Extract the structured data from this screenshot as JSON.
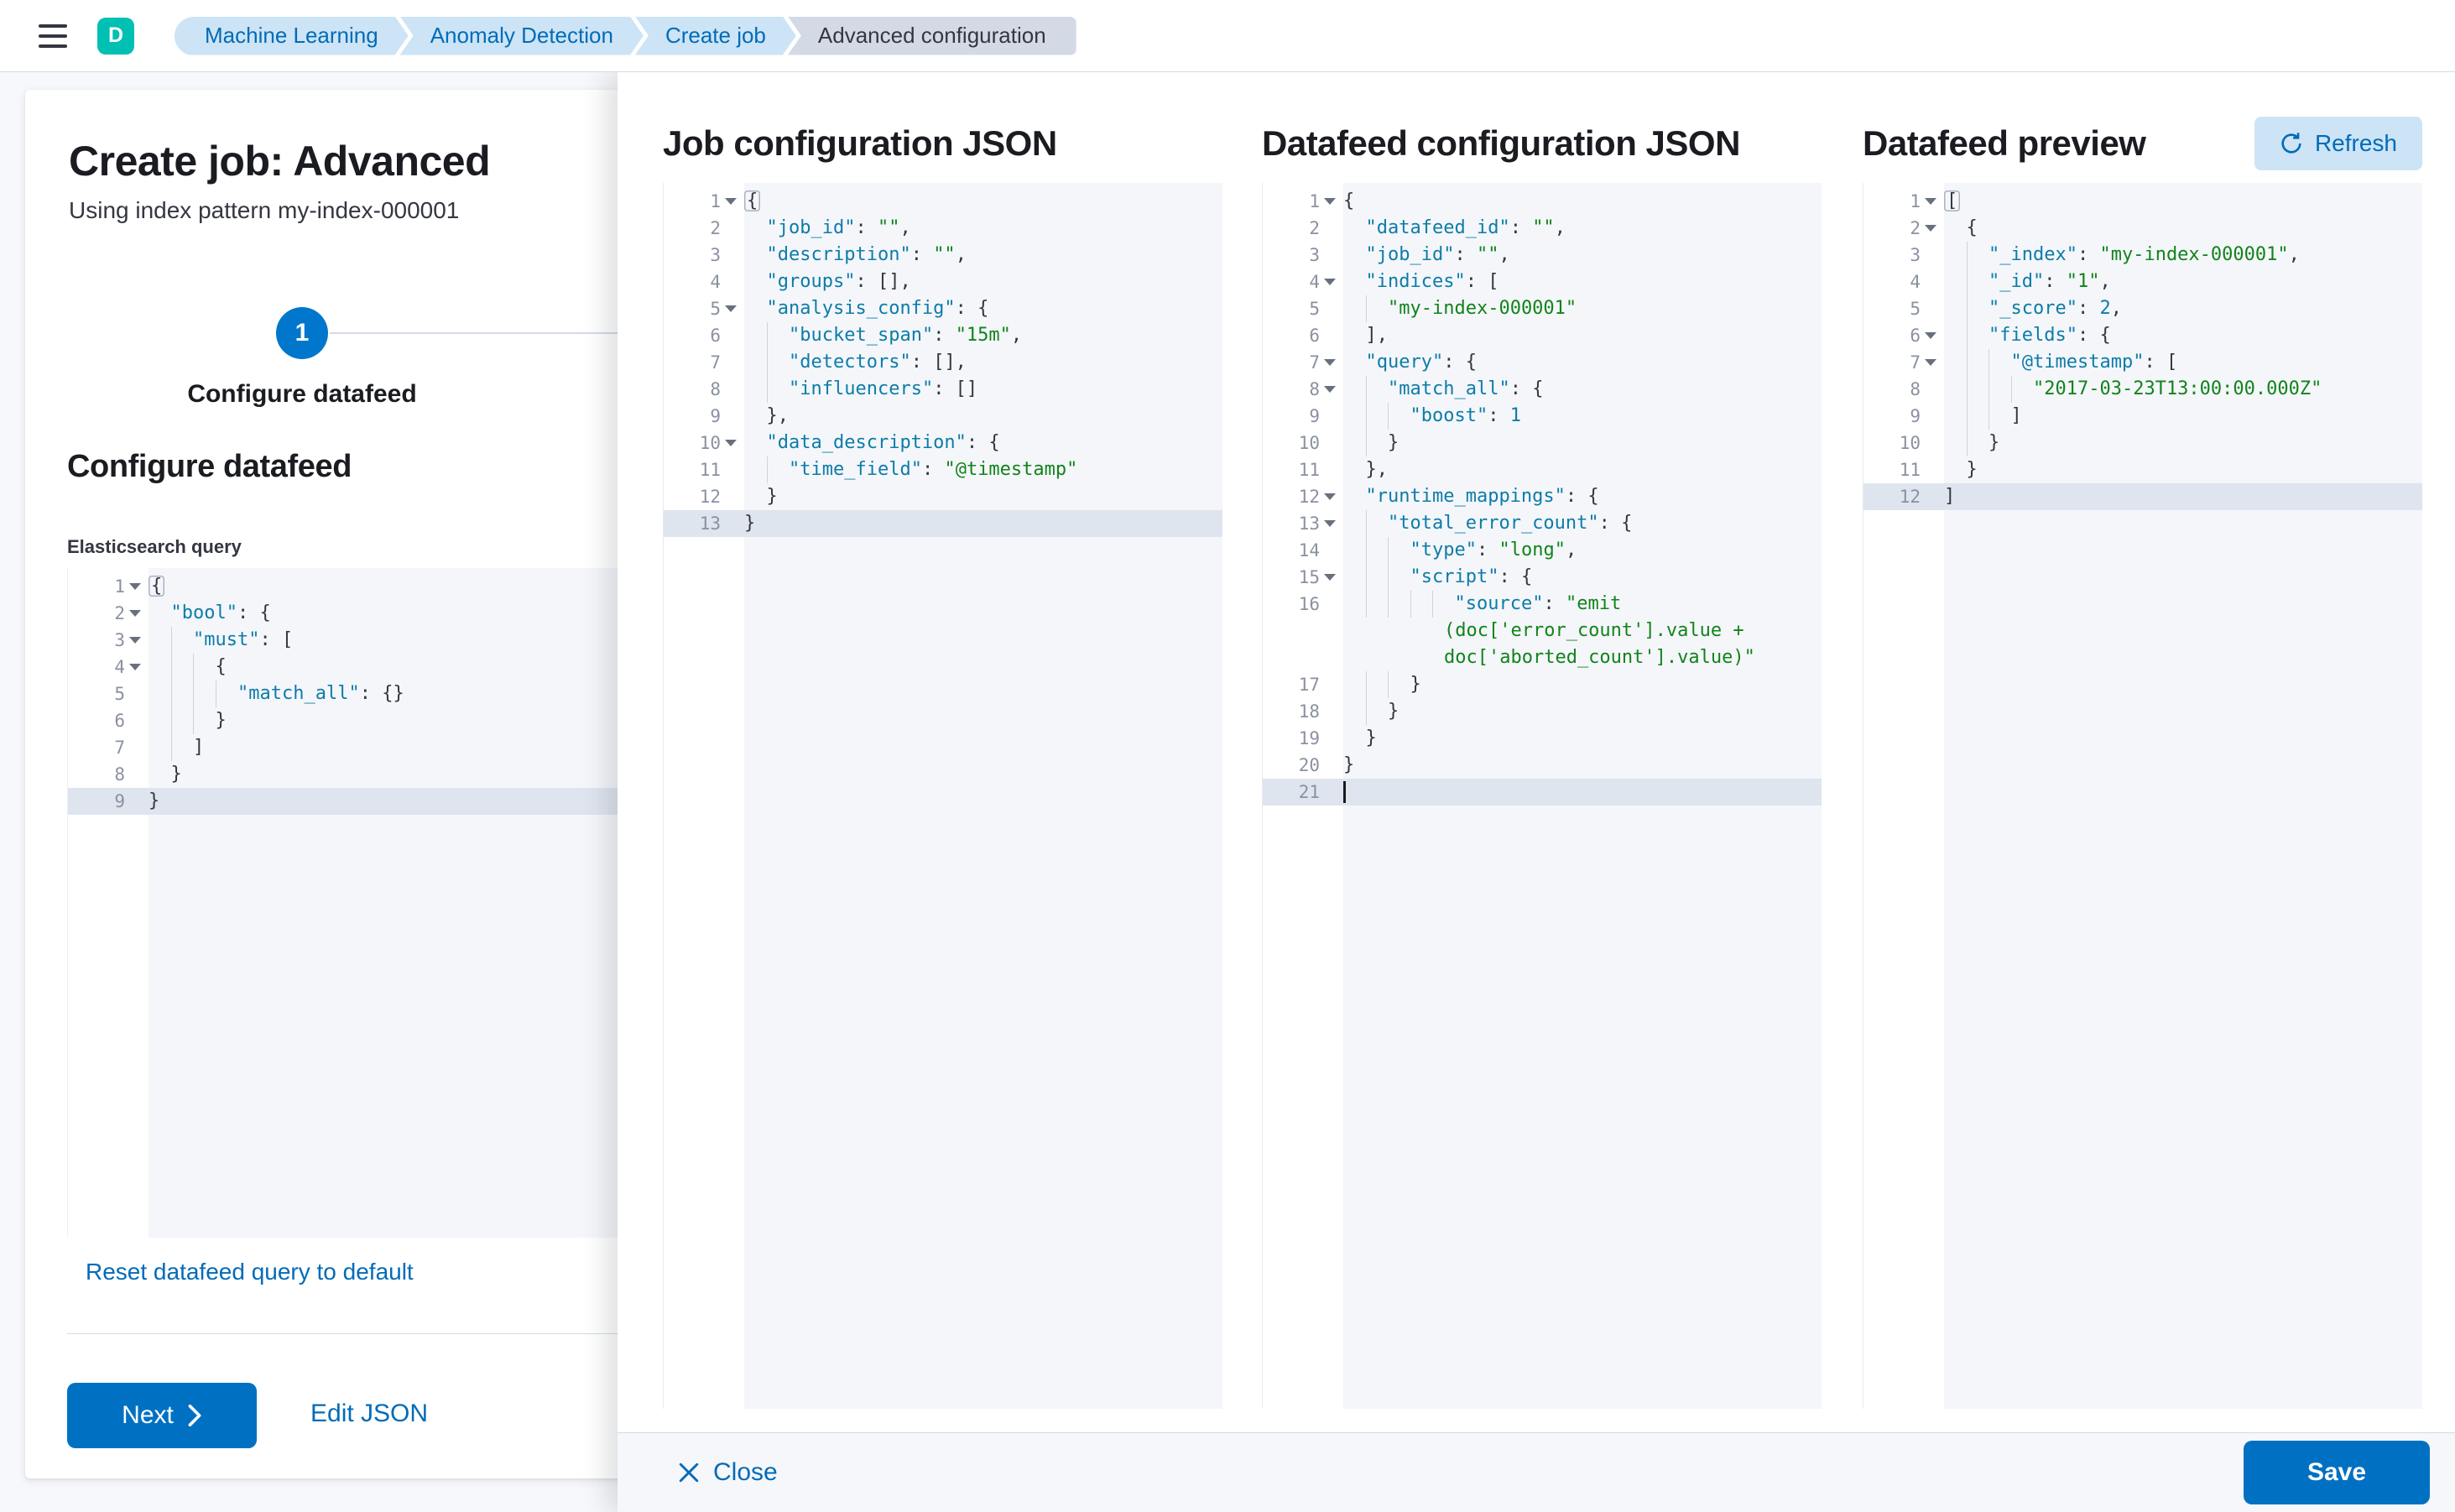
{
  "colors": {
    "primary": "#0071c2",
    "link": "#016bb8",
    "accent_teal": "#00bfb3",
    "code_key": "#0d7ca8",
    "code_string": "#12831a",
    "active_line": "#dfe5ef"
  },
  "topnav": {
    "avatar_initial": "D",
    "breadcrumbs": [
      "Machine Learning",
      "Anomaly Detection",
      "Create job",
      "Advanced configuration"
    ]
  },
  "wizard": {
    "title": "Create job: Advanced",
    "subtitle": "Using index pattern my-index-000001",
    "step_number": "1",
    "step_label": "Configure datafeed",
    "section_title": "Configure datafeed",
    "query_label": "Elasticsearch query",
    "reset_link": "Reset datafeed query to default",
    "next_button": "Next",
    "edit_json_link": "Edit JSON"
  },
  "flyout": {
    "job_title": "Job configuration JSON",
    "datafeed_title": "Datafeed configuration JSON",
    "preview_title": "Datafeed preview",
    "refresh_button": "Refresh",
    "close_button": "Close",
    "save_button": "Save"
  },
  "editors": {
    "es_query": {
      "active": 9,
      "lines": [
        {
          "n": 1,
          "f": true,
          "i": 0,
          "t": [
            [
              "m",
              "{"
            ]
          ]
        },
        {
          "n": 2,
          "f": true,
          "i": 1,
          "t": [
            [
              "k",
              "\"bool\""
            ],
            [
              "p",
              ": {"
            ]
          ]
        },
        {
          "n": 3,
          "f": true,
          "i": 2,
          "t": [
            [
              "k",
              "\"must\""
            ],
            [
              "p",
              ": ["
            ]
          ]
        },
        {
          "n": 4,
          "f": true,
          "i": 3,
          "t": [
            [
              "p",
              "{"
            ]
          ]
        },
        {
          "n": 5,
          "i": 4,
          "t": [
            [
              "k",
              "\"match_all\""
            ],
            [
              "p",
              ": {}"
            ]
          ]
        },
        {
          "n": 6,
          "i": 3,
          "t": [
            [
              "p",
              "}"
            ]
          ]
        },
        {
          "n": 7,
          "i": 2,
          "t": [
            [
              "p",
              "]"
            ]
          ]
        },
        {
          "n": 8,
          "i": 1,
          "t": [
            [
              "p",
              "}"
            ]
          ]
        },
        {
          "n": 9,
          "i": 0,
          "t": [
            [
              "p",
              "}"
            ]
          ]
        }
      ]
    },
    "job_config": {
      "active": 13,
      "lines": [
        {
          "n": 1,
          "f": true,
          "i": 0,
          "t": [
            [
              "m",
              "{"
            ]
          ]
        },
        {
          "n": 2,
          "i": 1,
          "t": [
            [
              "k",
              "\"job_id\""
            ],
            [
              "p",
              ": "
            ],
            [
              "s",
              "\"\""
            ],
            [
              "p",
              ","
            ]
          ]
        },
        {
          "n": 3,
          "i": 1,
          "t": [
            [
              "k",
              "\"description\""
            ],
            [
              "p",
              ": "
            ],
            [
              "s",
              "\"\""
            ],
            [
              "p",
              ","
            ]
          ]
        },
        {
          "n": 4,
          "i": 1,
          "t": [
            [
              "k",
              "\"groups\""
            ],
            [
              "p",
              ": [],"
            ]
          ]
        },
        {
          "n": 5,
          "f": true,
          "i": 1,
          "t": [
            [
              "k",
              "\"analysis_config\""
            ],
            [
              "p",
              ": {"
            ]
          ]
        },
        {
          "n": 6,
          "i": 2,
          "t": [
            [
              "k",
              "\"bucket_span\""
            ],
            [
              "p",
              ": "
            ],
            [
              "s",
              "\"15m\""
            ],
            [
              "p",
              ","
            ]
          ]
        },
        {
          "n": 7,
          "i": 2,
          "t": [
            [
              "k",
              "\"detectors\""
            ],
            [
              "p",
              ": [],"
            ]
          ]
        },
        {
          "n": 8,
          "i": 2,
          "t": [
            [
              "k",
              "\"influencers\""
            ],
            [
              "p",
              ": []"
            ]
          ]
        },
        {
          "n": 9,
          "i": 1,
          "t": [
            [
              "p",
              "},"
            ]
          ]
        },
        {
          "n": 10,
          "f": true,
          "i": 1,
          "t": [
            [
              "k",
              "\"data_description\""
            ],
            [
              "p",
              ": {"
            ]
          ]
        },
        {
          "n": 11,
          "i": 2,
          "t": [
            [
              "k",
              "\"time_field\""
            ],
            [
              "p",
              ": "
            ],
            [
              "s",
              "\"@timestamp\""
            ]
          ]
        },
        {
          "n": 12,
          "i": 1,
          "t": [
            [
              "p",
              "}"
            ]
          ]
        },
        {
          "n": 13,
          "i": 0,
          "t": [
            [
              "p",
              "}"
            ]
          ]
        }
      ]
    },
    "datafeed_config": {
      "active": 21,
      "lines": [
        {
          "n": 1,
          "f": true,
          "i": 0,
          "t": [
            [
              "p",
              "{"
            ]
          ]
        },
        {
          "n": 2,
          "i": 1,
          "t": [
            [
              "k",
              "\"datafeed_id\""
            ],
            [
              "p",
              ": "
            ],
            [
              "s",
              "\"\""
            ],
            [
              "p",
              ","
            ]
          ]
        },
        {
          "n": 3,
          "i": 1,
          "t": [
            [
              "k",
              "\"job_id\""
            ],
            [
              "p",
              ": "
            ],
            [
              "s",
              "\"\""
            ],
            [
              "p",
              ","
            ]
          ]
        },
        {
          "n": 4,
          "f": true,
          "i": 1,
          "t": [
            [
              "k",
              "\"indices\""
            ],
            [
              "p",
              ": ["
            ]
          ]
        },
        {
          "n": 5,
          "i": 2,
          "t": [
            [
              "s",
              "\"my-index-000001\""
            ]
          ]
        },
        {
          "n": 6,
          "i": 1,
          "t": [
            [
              "p",
              "],"
            ]
          ]
        },
        {
          "n": 7,
          "f": true,
          "i": 1,
          "t": [
            [
              "k",
              "\"query\""
            ],
            [
              "p",
              ": {"
            ]
          ]
        },
        {
          "n": 8,
          "f": true,
          "i": 2,
          "t": [
            [
              "k",
              "\"match_all\""
            ],
            [
              "p",
              ": {"
            ]
          ]
        },
        {
          "n": 9,
          "i": 3,
          "t": [
            [
              "k",
              "\"boost\""
            ],
            [
              "p",
              ": "
            ],
            [
              "n",
              "1"
            ]
          ]
        },
        {
          "n": 10,
          "i": 2,
          "t": [
            [
              "p",
              "}"
            ]
          ]
        },
        {
          "n": 11,
          "i": 1,
          "t": [
            [
              "p",
              "},"
            ]
          ]
        },
        {
          "n": 12,
          "f": true,
          "i": 1,
          "t": [
            [
              "k",
              "\"runtime_mappings\""
            ],
            [
              "p",
              ": {"
            ]
          ]
        },
        {
          "n": 13,
          "f": true,
          "i": 2,
          "t": [
            [
              "k",
              "\"total_error_count\""
            ],
            [
              "p",
              ": {"
            ]
          ]
        },
        {
          "n": 14,
          "i": 3,
          "t": [
            [
              "k",
              "\"type\""
            ],
            [
              "p",
              ": "
            ],
            [
              "s",
              "\"long\""
            ],
            [
              "p",
              ","
            ]
          ]
        },
        {
          "n": 15,
          "f": true,
          "i": 3,
          "t": [
            [
              "k",
              "\"script\""
            ],
            [
              "p",
              ": {"
            ]
          ]
        },
        {
          "n": 16,
          "i": 5,
          "t": [
            [
              "k",
              "\"source\""
            ],
            [
              "p",
              ": "
            ],
            [
              "s",
              "\"emit"
            ]
          ],
          "w": [
            [
              [
                "s",
                "(doc['error_count'].value +"
              ]
            ],
            [
              [
                "s",
                "doc['aborted_count'].value)\""
              ]
            ]
          ]
        },
        {
          "n": 17,
          "i": 3,
          "t": [
            [
              "p",
              "}"
            ]
          ]
        },
        {
          "n": 18,
          "i": 2,
          "t": [
            [
              "p",
              "}"
            ]
          ]
        },
        {
          "n": 19,
          "i": 1,
          "t": [
            [
              "p",
              "}"
            ]
          ]
        },
        {
          "n": 20,
          "i": 0,
          "t": [
            [
              "p",
              "}"
            ]
          ]
        },
        {
          "n": 21,
          "i": 0,
          "c": true,
          "t": []
        }
      ]
    },
    "preview": {
      "active": 12,
      "lines": [
        {
          "n": 1,
          "f": true,
          "i": 0,
          "t": [
            [
              "m",
              "["
            ]
          ]
        },
        {
          "n": 2,
          "f": true,
          "i": 1,
          "t": [
            [
              "p",
              "{"
            ]
          ]
        },
        {
          "n": 3,
          "i": 2,
          "t": [
            [
              "k",
              "\"_index\""
            ],
            [
              "p",
              ": "
            ],
            [
              "s",
              "\"my-index-000001\""
            ],
            [
              "p",
              ","
            ]
          ]
        },
        {
          "n": 4,
          "i": 2,
          "t": [
            [
              "k",
              "\"_id\""
            ],
            [
              "p",
              ": "
            ],
            [
              "s",
              "\"1\""
            ],
            [
              "p",
              ","
            ]
          ]
        },
        {
          "n": 5,
          "i": 2,
          "t": [
            [
              "k",
              "\"_score\""
            ],
            [
              "p",
              ": "
            ],
            [
              "n",
              "2"
            ],
            [
              "p",
              ","
            ]
          ]
        },
        {
          "n": 6,
          "f": true,
          "i": 2,
          "t": [
            [
              "k",
              "\"fields\""
            ],
            [
              "p",
              ": {"
            ]
          ]
        },
        {
          "n": 7,
          "f": true,
          "i": 3,
          "t": [
            [
              "k",
              "\"@timestamp\""
            ],
            [
              "p",
              ": ["
            ]
          ]
        },
        {
          "n": 8,
          "i": 4,
          "t": [
            [
              "s",
              "\"2017-03-23T13:00:00.000Z\""
            ]
          ]
        },
        {
          "n": 9,
          "i": 3,
          "t": [
            [
              "p",
              "]"
            ]
          ]
        },
        {
          "n": 10,
          "i": 2,
          "t": [
            [
              "p",
              "}"
            ]
          ]
        },
        {
          "n": 11,
          "i": 1,
          "t": [
            [
              "p",
              "}"
            ]
          ]
        },
        {
          "n": 12,
          "i": 0,
          "t": [
            [
              "p",
              "]"
            ]
          ]
        }
      ]
    }
  }
}
